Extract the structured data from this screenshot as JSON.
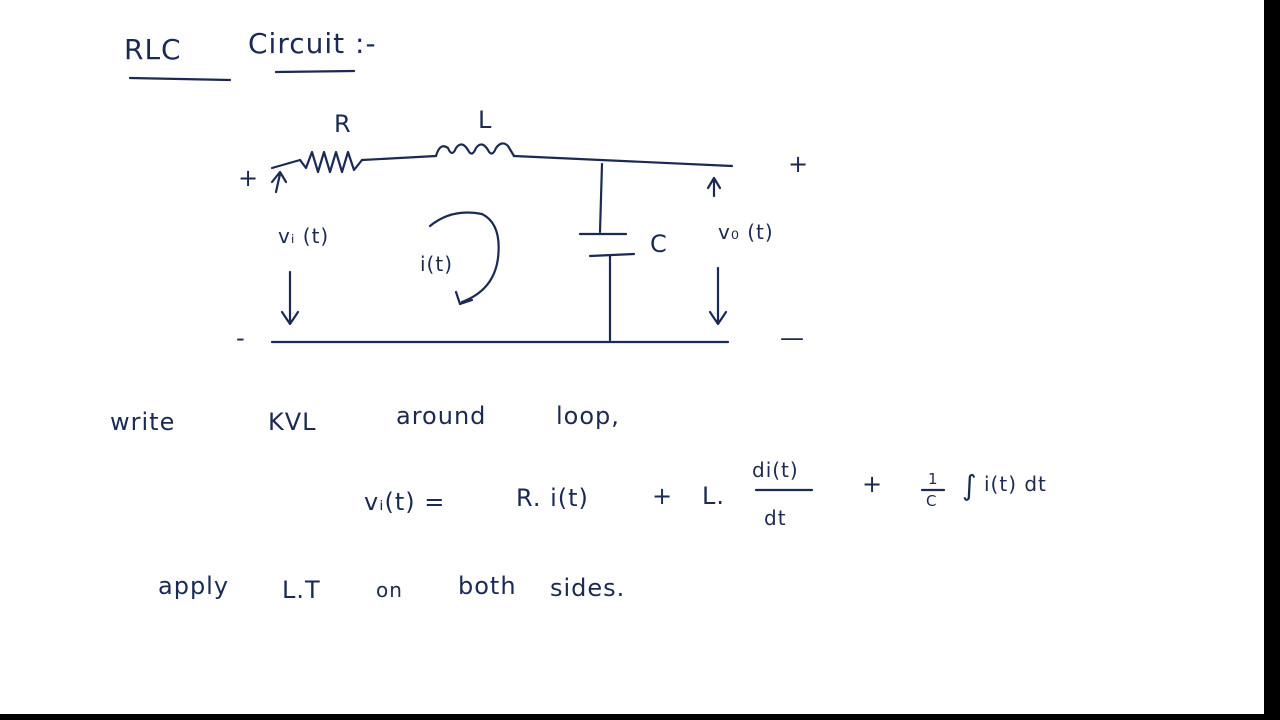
{
  "title": {
    "rlc": "RLC",
    "circuit": "Circuit :-"
  },
  "circuit": {
    "resistor_label": "R",
    "inductor_label": "L",
    "capacitor_label": "C",
    "input_plus": "+",
    "input_minus": "-",
    "input_voltage": "vᵢ (t)",
    "loop_current": "i(t)",
    "output_plus": "+",
    "output_minus": "—",
    "output_voltage": "v₀ (t)"
  },
  "notes": {
    "kvl_write": "write",
    "kvl_kvl": "KVL",
    "kvl_around": "around",
    "kvl_loop": "loop,"
  },
  "equation": {
    "lhs": "vᵢ(t) =",
    "term_r": "R. i(t)",
    "plus1": "+",
    "term_l": "L.",
    "frac_num": "di(t)",
    "frac_den": "dt",
    "plus2": "+",
    "c_num": "1",
    "c_den": "C",
    "integral": "∫",
    "integrand": "i(t) dt"
  },
  "apply": {
    "word1": "apply",
    "word2": "L.T",
    "word3": "on",
    "word4": "both",
    "word5": "sides."
  },
  "colors": {
    "ink": "#1b2a52",
    "paper": "#ffffff",
    "frame": "#000000"
  }
}
